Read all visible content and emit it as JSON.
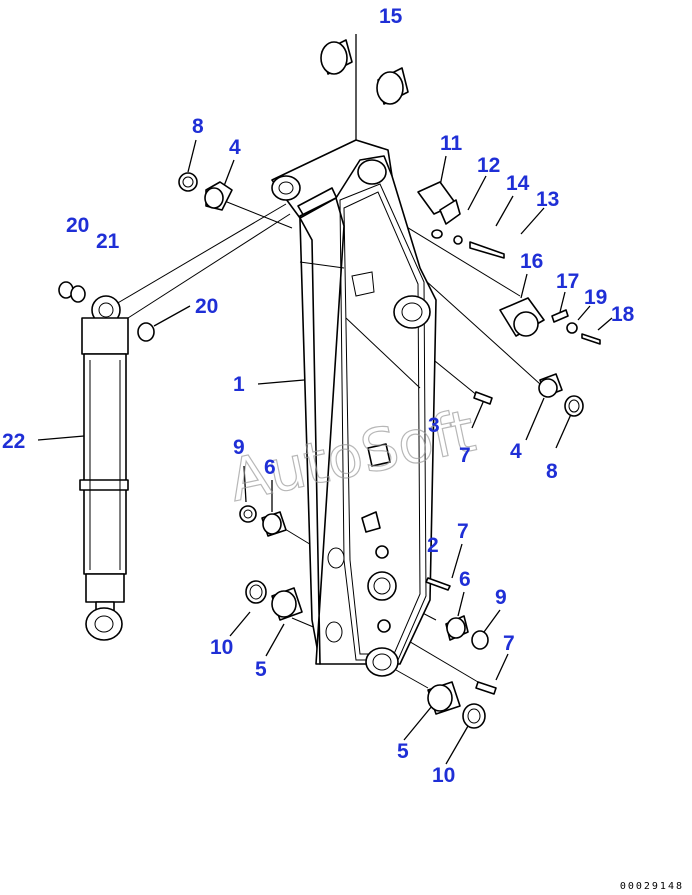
{
  "diagram": {
    "callouts": [
      "15",
      "8",
      "4",
      "11",
      "12",
      "14",
      "13",
      "20",
      "21",
      "16",
      "17",
      "19",
      "18",
      "20",
      "1",
      "22",
      "3",
      "7",
      "4",
      "8",
      "9",
      "6",
      "2",
      "7",
      "6",
      "9",
      "7",
      "10",
      "5",
      "5",
      "10"
    ],
    "watermark": "AutoSoft",
    "drawing_code": "00029148"
  }
}
